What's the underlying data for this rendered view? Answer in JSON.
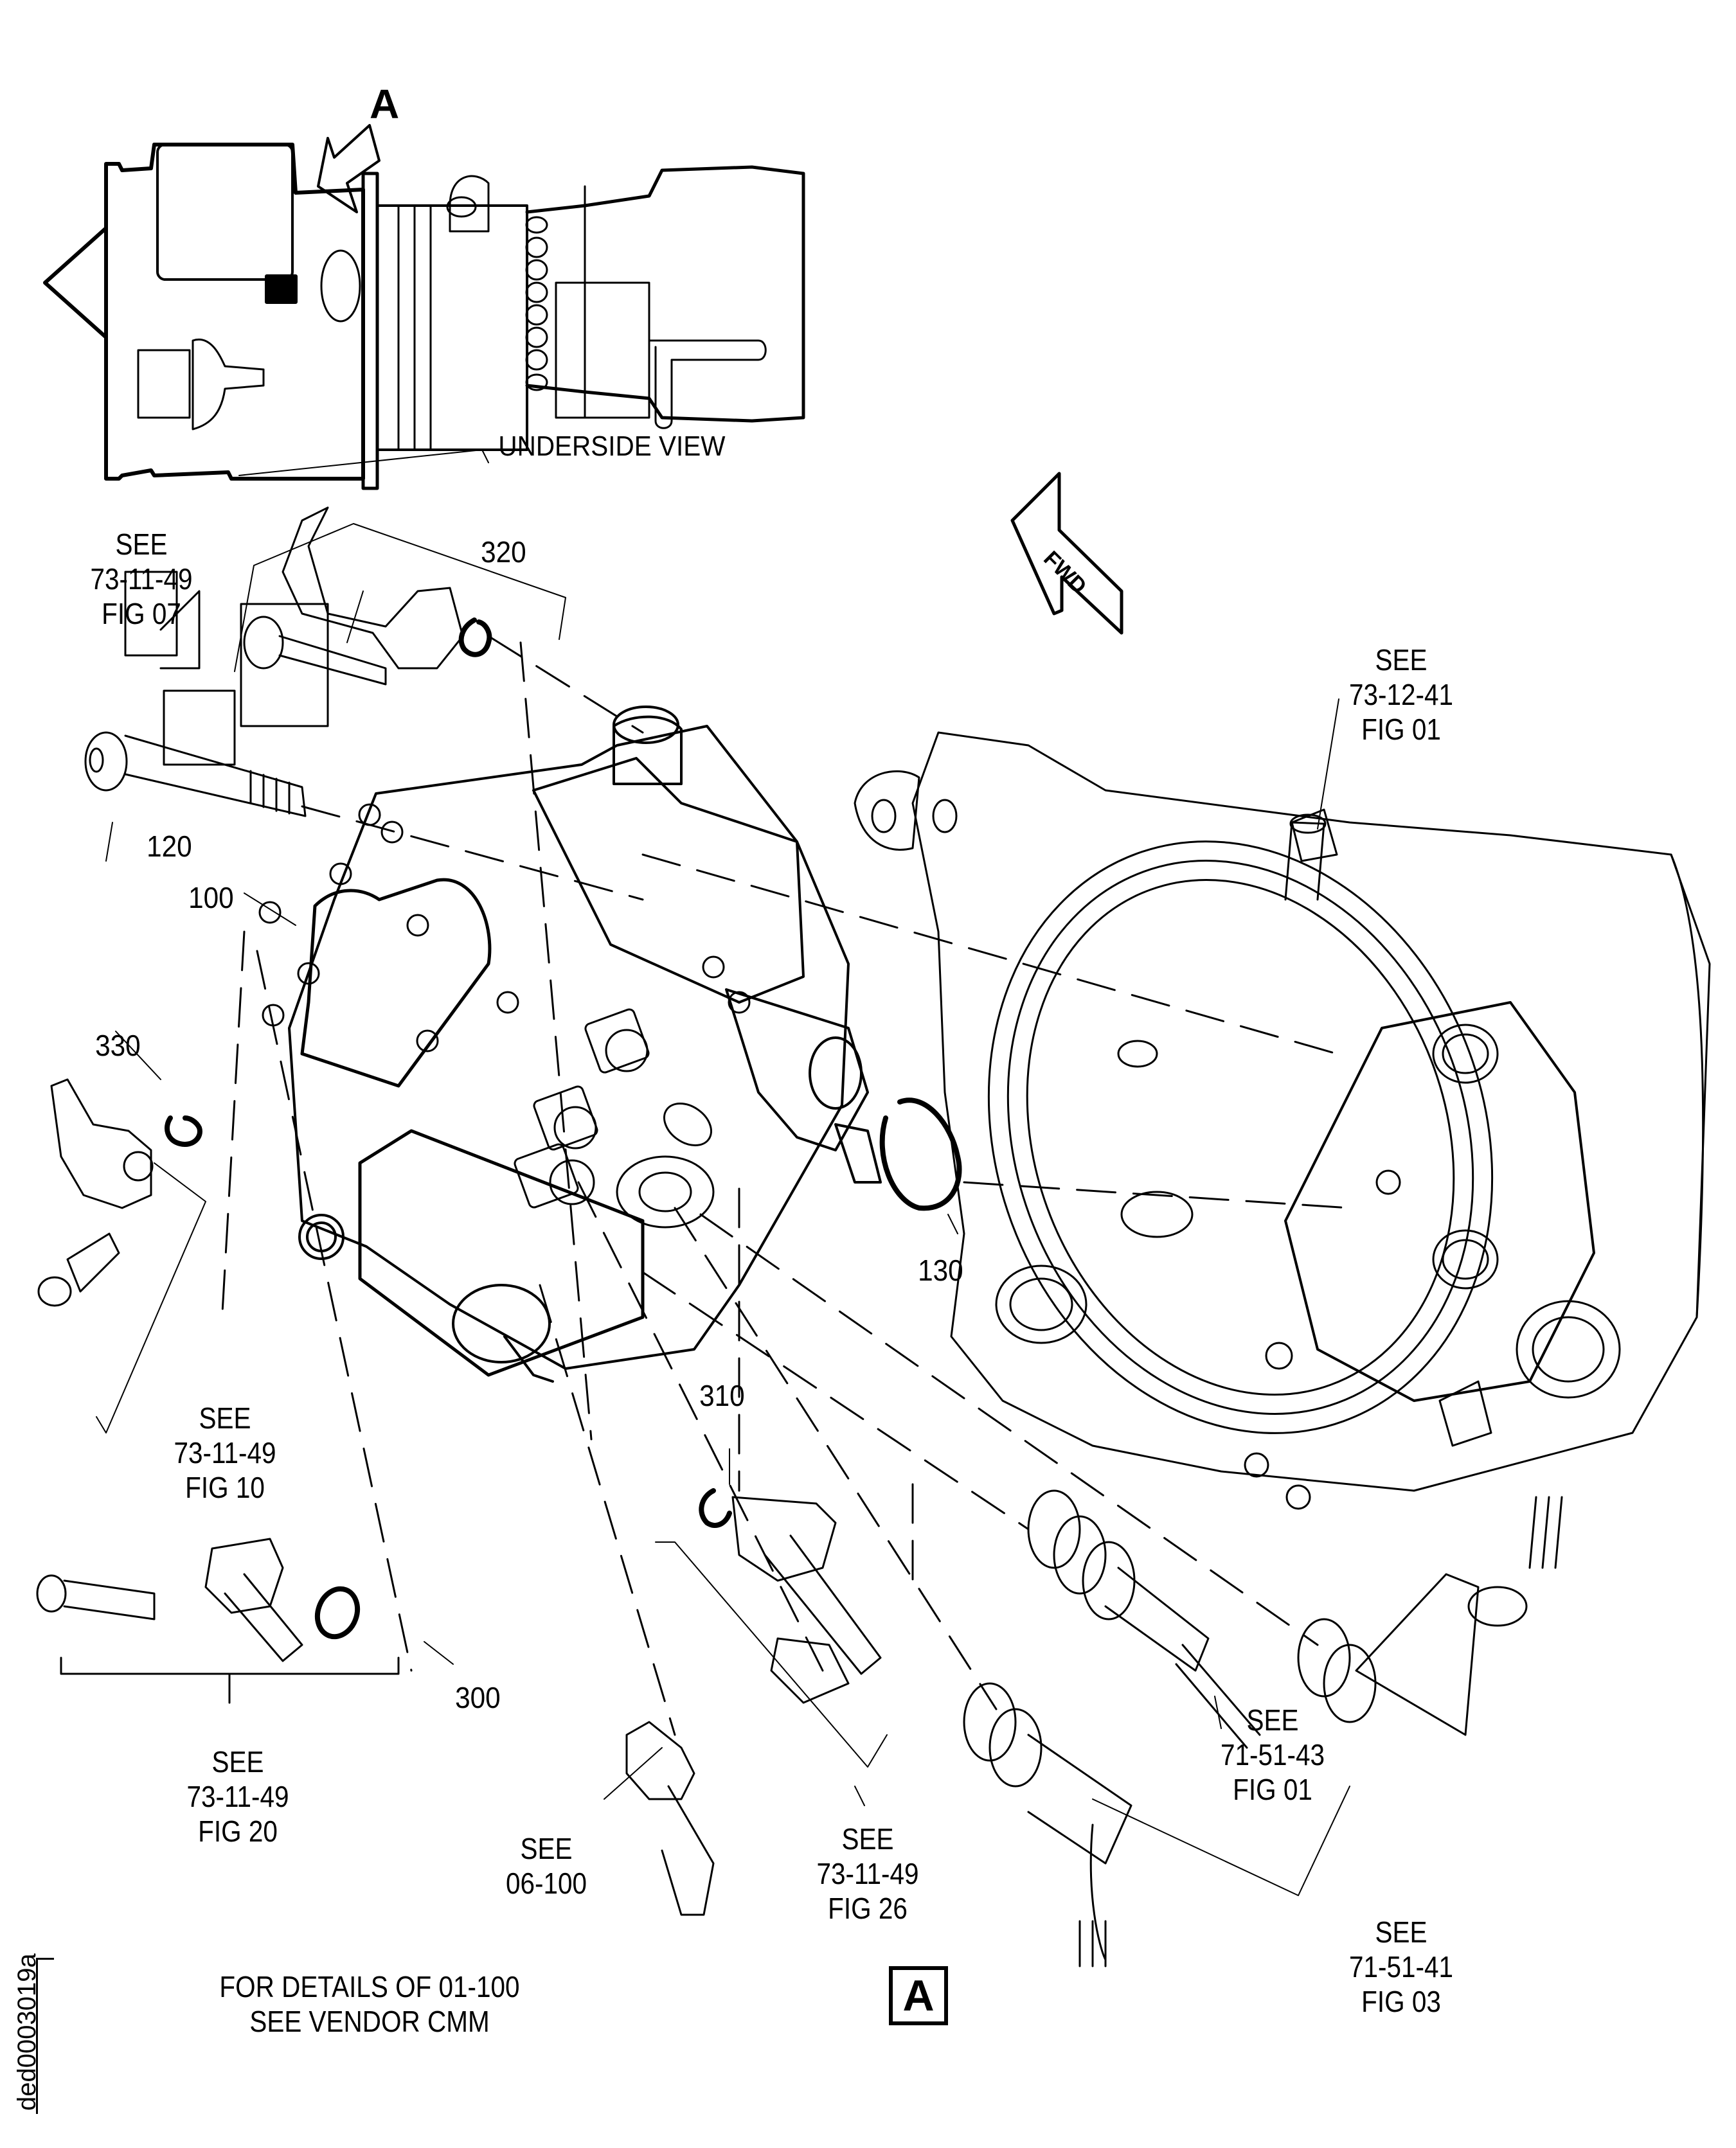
{
  "figure": {
    "view_marker": "A",
    "underside_caption": "UNDERSIDE VIEW",
    "fwd_arrow_label": "FWD",
    "detail_box_label": "A",
    "drawing_id": "ded0003019a",
    "note": {
      "line1": "FOR DETAILS OF 01-100",
      "line2": "SEE VENDOR CMM"
    }
  },
  "item_numbers": {
    "i100": "100",
    "i120": "120",
    "i130": "130",
    "i300": "300",
    "i310": "310",
    "i320": "320",
    "i330": "330"
  },
  "references": {
    "ref_fig07": {
      "see": "SEE",
      "doc": "73-11-49",
      "fig": "FIG 07"
    },
    "ref_fig10": {
      "see": "SEE",
      "doc": "73-11-49",
      "fig": "FIG 10"
    },
    "ref_fig20": {
      "see": "SEE",
      "doc": "73-11-49",
      "fig": "FIG 20"
    },
    "ref_fig26": {
      "see": "SEE",
      "doc": "73-11-49",
      "fig": "FIG 26"
    },
    "ref_731241": {
      "see": "SEE",
      "doc": "73-12-41",
      "fig": "FIG 01"
    },
    "ref_715143": {
      "see": "SEE",
      "doc": "71-51-43",
      "fig": "FIG 01"
    },
    "ref_715141": {
      "see": "SEE",
      "doc": "71-51-41",
      "fig": "FIG 03"
    },
    "ref_06100": {
      "see": "SEE",
      "doc": "06-100"
    }
  }
}
